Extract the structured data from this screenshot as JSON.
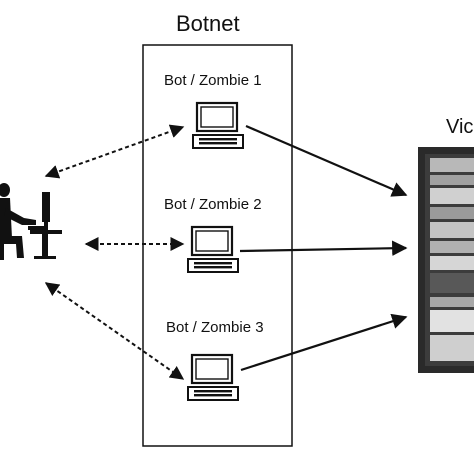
{
  "diagram": {
    "title": "Botnet",
    "bots": [
      {
        "label": "Bot / Zombie 1"
      },
      {
        "label": "Bot / Zombie 2"
      },
      {
        "label": "Bot / Zombie 3"
      }
    ],
    "victim": {
      "label": "Vic"
    },
    "attacker": {
      "icon": "person-at-computer-icon"
    },
    "connections": {
      "attacker_to_bots": "dashed-double-arrow",
      "bots_to_victim": "solid-arrow"
    },
    "colors": {
      "line": "#111111",
      "server": "#2a2a2a",
      "background": "#ffffff"
    }
  }
}
